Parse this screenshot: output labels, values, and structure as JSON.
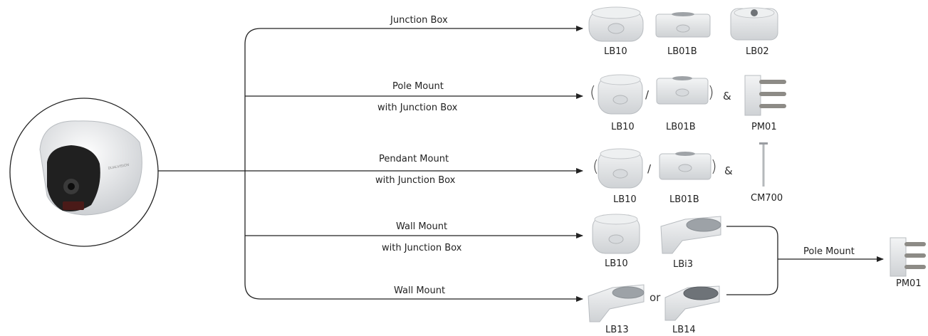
{
  "branches": {
    "junction_box": {
      "label": "Junction Box"
    },
    "pole_mount": {
      "label1": "Pole Mount",
      "label2": "with Junction Box"
    },
    "pendant_mount": {
      "label1": "Pendant Mount",
      "label2": "with Junction Box"
    },
    "wall_mount_jb": {
      "label1": "Wall Mount",
      "label2": "with Junction Box"
    },
    "wall_mount": {
      "label": "Wall Mount"
    },
    "pole_mount_ext": {
      "label": "Pole Mount"
    }
  },
  "products": {
    "lb10": "LB10",
    "lb01b": "LB01B",
    "lb02": "LB02",
    "pm01": "PM01",
    "cm700": "CM700",
    "lb13": "LB13",
    "lb14": "LB14",
    "lb13_alt": "LBi3"
  },
  "symbols": {
    "and": "&",
    "or": "or",
    "slash": "/",
    "open_paren": "(",
    "close_paren": ")"
  },
  "camera": {
    "brand": "DUALVISION"
  },
  "colors": {
    "line": "#222222",
    "device_body": "#e6e8ea",
    "device_shadow": "#b9bcc0",
    "lens": "#1c1c1c"
  }
}
